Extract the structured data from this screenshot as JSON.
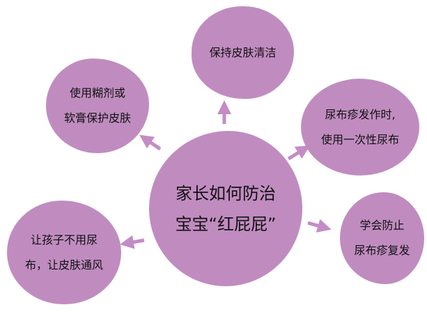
{
  "center": {
    "line1": "家长如何防治",
    "line2": "宝宝“红屁屁”"
  },
  "nodes": {
    "top": {
      "line1": "保持皮肤清洁"
    },
    "top_left": {
      "line1": "使用糊剂或",
      "line2": "软膏保护皮肤"
    },
    "top_right": {
      "line1": "尿布疹发作时,",
      "line2": "使用一次性尿布"
    },
    "right": {
      "line1": "学会防止",
      "line2": "尿布疹复发"
    },
    "left": {
      "line1": "让孩子不用尿",
      "line2": "布，让皮肤通风"
    }
  },
  "colors": {
    "bubble": "#c08cc0",
    "arrow": "#c48cc4",
    "text": "#111111"
  }
}
